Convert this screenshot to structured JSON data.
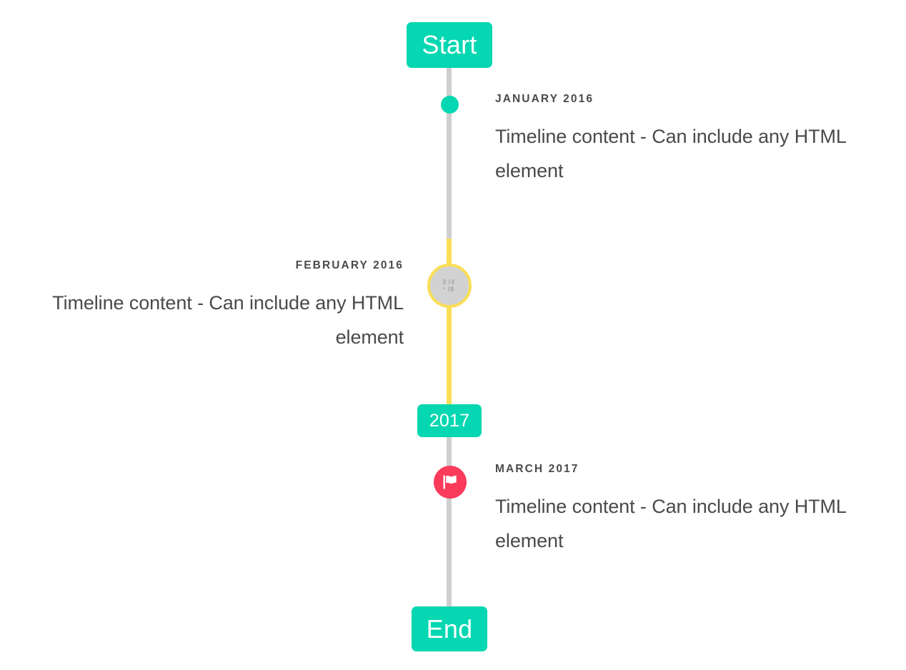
{
  "timeline": {
    "start_label": "Start",
    "end_label": "End",
    "year_divider_label": "2017",
    "colors": {
      "accent_teal": "#04d7b1",
      "rail_gray": "#cfcfcf",
      "rail_yellow": "#fade55",
      "marker_flag_pink": "#fb3b5c",
      "marker_image_fill": "#d2d2d2",
      "text": "#4a4a4a",
      "background": "#ffffff"
    },
    "events": [
      {
        "id": "january-2016",
        "date": "JANUARY 2016",
        "body": "Timeline content - Can include any HTML element",
        "side": "right",
        "marker": "dot-icon"
      },
      {
        "id": "february-2016",
        "date": "FEBRUARY 2016",
        "body": "Timeline content - Can include any HTML element",
        "side": "left",
        "marker": "broken-image-icon"
      },
      {
        "id": "march-2017",
        "date": "MARCH 2017",
        "body": "Timeline content - Can include any HTML element",
        "side": "right",
        "marker": "flag-icon"
      }
    ]
  }
}
